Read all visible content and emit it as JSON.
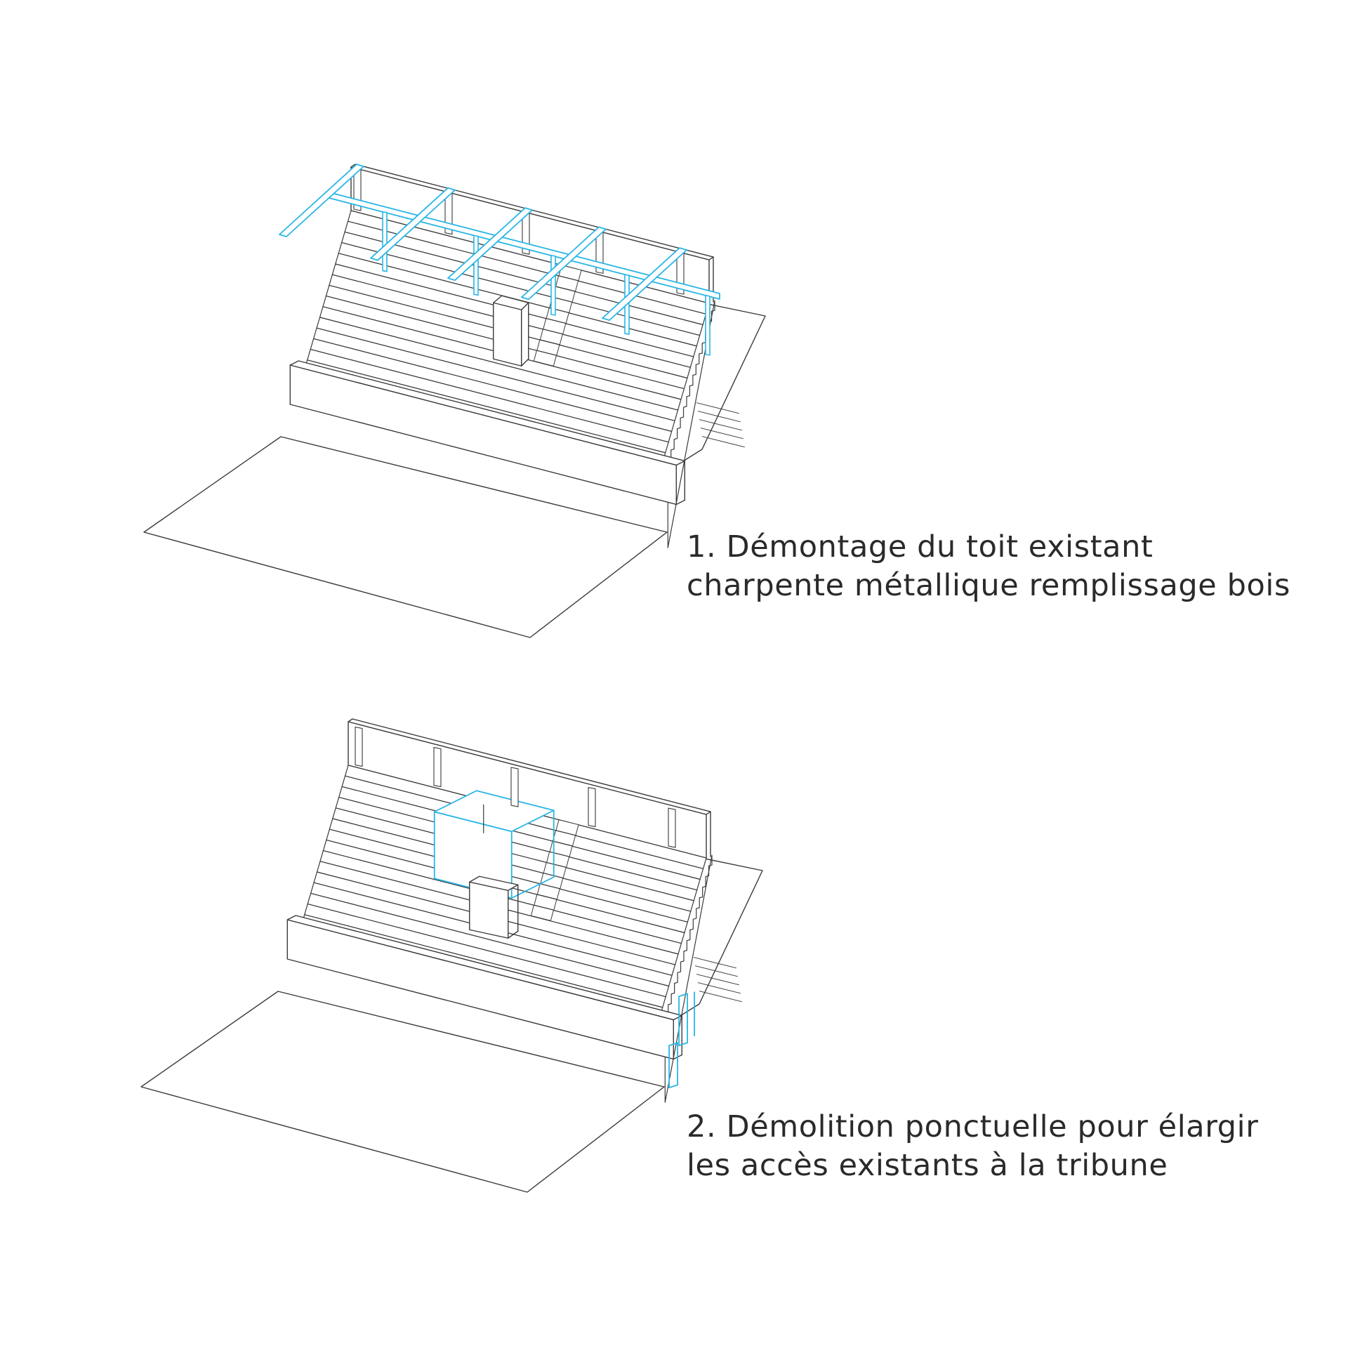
{
  "diagram": {
    "colors": {
      "line": "#3a3a3a",
      "highlight": "#29b6e6",
      "background": "#ffffff"
    },
    "steps": [
      {
        "number": "1.",
        "lines": [
          "1. Démontage du toit existant",
          "charpente métallique remplissage bois"
        ],
        "highlight": "roof-structure"
      },
      {
        "number": "2.",
        "lines": [
          "2. Démolition ponctuelle pour élargir",
          "les accès existants à la tribune"
        ],
        "highlight": "access-openings"
      }
    ]
  }
}
